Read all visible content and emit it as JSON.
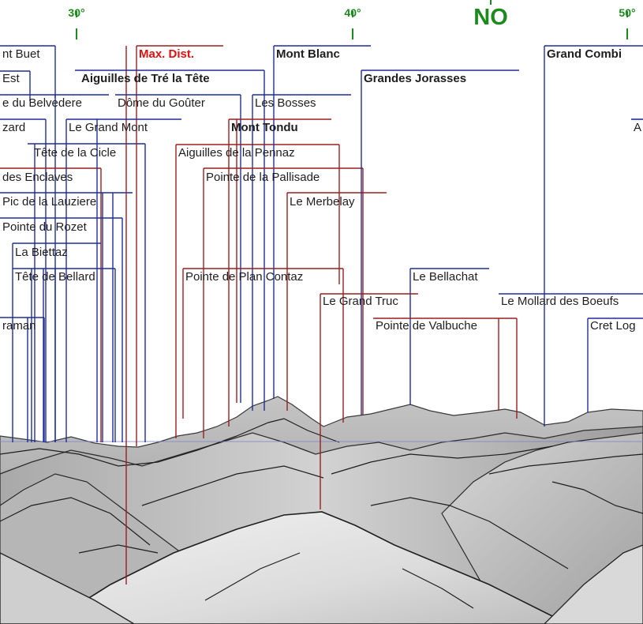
{
  "colors": {
    "blue_leader": "#1f2f96",
    "red_leader": "#9a1f1f",
    "max_dist_text": "#e01010",
    "compass": "#1c8a1c",
    "sky": "#ffffff",
    "horizon_line": "#7e86c8"
  },
  "compass": {
    "tick_30": "30°",
    "tick_40": "40°",
    "tick_50": "50°",
    "direction": "NO"
  },
  "labels": {
    "mont_buet": "nt Buet",
    "est": "Est",
    "belvedere": "e du Belvedere",
    "zard": "zard",
    "cicle": "Tête de la Cicle",
    "enclaves": "des Enclaves",
    "lauziere": "Pic de la Lauziere",
    "rozet": "Pointe du Rozet",
    "biettaz": "La Biettaz",
    "bellard": "Tête de Bellard",
    "raman": "raman",
    "max_dist": "Max. Dist.",
    "tre_la_tete": "Aiguilles de Tré la Tête",
    "gouter": "Dôme du Goûter",
    "grand_mont": "Le Grand Mont",
    "pennaz": "Aiguilles de la Pennaz",
    "mont_blanc": "Mont Blanc",
    "bosses": "Les Bosses",
    "mont_tondu": "Mont Tondu",
    "pallisade": "Pointe de la Pallisade",
    "merbelay": "Le Merbelay",
    "plan_contaz": "Pointe de Plan Contaz",
    "grandes_jorasses": "Grandes Jorasses",
    "bellachat": "Le Bellachat",
    "grand_truc": "Le Grand Truc",
    "valbuche": "Pointe de Valbuche",
    "mollard": "Le Mollard des Boeufs",
    "grand_combin": "Grand Combi",
    "cret_log": "Cret Log",
    "a_cut": "A"
  }
}
